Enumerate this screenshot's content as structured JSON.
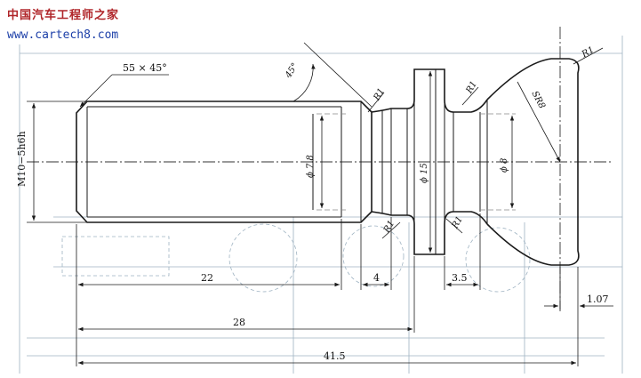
{
  "watermark": {
    "title": "中国汽车工程师之家",
    "url": "www.cartech8.com"
  },
  "labels": {
    "chamfer": "55 × 45°",
    "angle": "45°",
    "thread": "M10−5h6h",
    "dia_7_8": "ϕ 7.8",
    "dia_15": "ϕ 15",
    "dia_8": "ϕ 8",
    "sphere": "SR8",
    "r1": "R1"
  },
  "dimensions": {
    "d22": "22",
    "d4": "4",
    "d3_5": "3.5",
    "d1_07": "1.07",
    "d28": "28",
    "d41_5": "41.5"
  },
  "colors": {
    "ink": "#1a1a1a",
    "background_lines": "#9fb3c2",
    "watermark_title": "#b0262a",
    "watermark_url": "#1c3fa8"
  }
}
